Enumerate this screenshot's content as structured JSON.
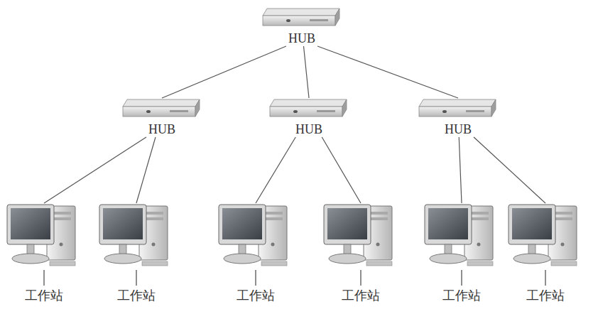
{
  "diagram": {
    "nodes": [
      {
        "text": [
          "HUB"
        ]
      },
      {
        "text": [
          "HUB"
        ]
      },
      {
        "text": [
          "HUB"
        ]
      },
      {
        "text": [
          "HUB"
        ]
      },
      {
        "text": [
          "工作站"
        ]
      },
      {
        "text": [
          "工作站"
        ]
      },
      {
        "text": [
          "工作站"
        ]
      },
      {
        "text": [
          "工作站"
        ]
      },
      {
        "text": [
          "工作站"
        ]
      },
      {
        "text": [
          "工作站"
        ]
      }
    ],
    "edges": [
      {
        "from": 0,
        "to": 1,
        "arrow": "none"
      },
      {
        "from": 0,
        "to": 2,
        "arrow": "none"
      },
      {
        "from": 0,
        "to": 3,
        "arrow": "none"
      },
      {
        "from": 1,
        "to": 4,
        "arrow": "none"
      },
      {
        "from": 1,
        "to": 5,
        "arrow": "none"
      },
      {
        "from": 2,
        "to": 6,
        "arrow": "none"
      },
      {
        "from": 2,
        "to": 7,
        "arrow": "none"
      },
      {
        "from": 3,
        "to": 8,
        "arrow": "none"
      },
      {
        "from": 3,
        "to": 9,
        "arrow": "none"
      }
    ]
  }
}
